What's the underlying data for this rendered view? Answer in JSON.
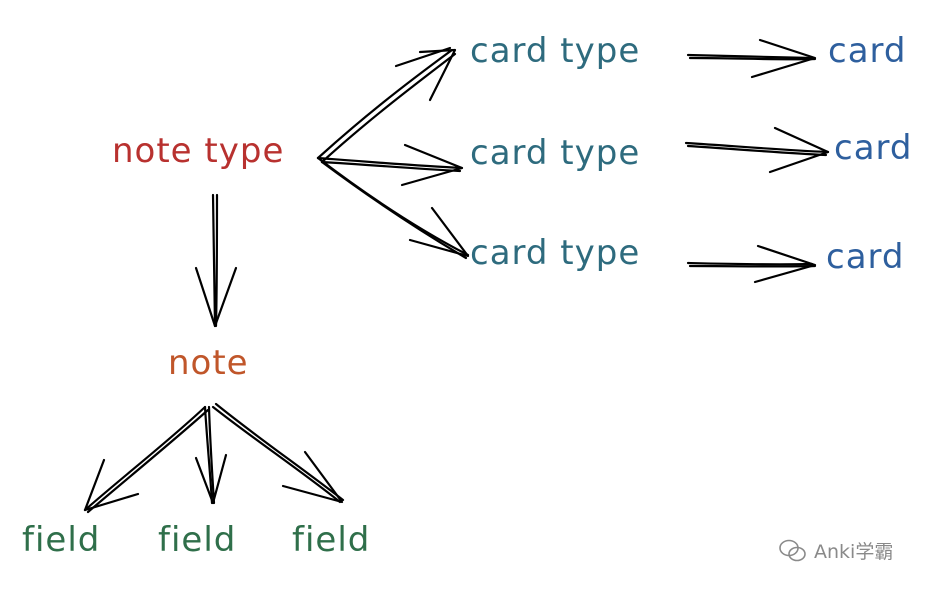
{
  "diagram": {
    "note_type": "note type",
    "note": "note",
    "card_types": [
      "card type",
      "card type",
      "card type"
    ],
    "cards": [
      "card",
      "card",
      "card"
    ],
    "fields": [
      "field",
      "field",
      "field"
    ]
  },
  "watermark": {
    "icon": "wechat-icon",
    "text": "Anki学霸"
  },
  "colors": {
    "note_type": "#b8312f",
    "note": "#c0562a",
    "card_type": "#2e6b7e",
    "card": "#2e5f9e",
    "field": "#2f6f4a",
    "arrow": "#000000"
  }
}
